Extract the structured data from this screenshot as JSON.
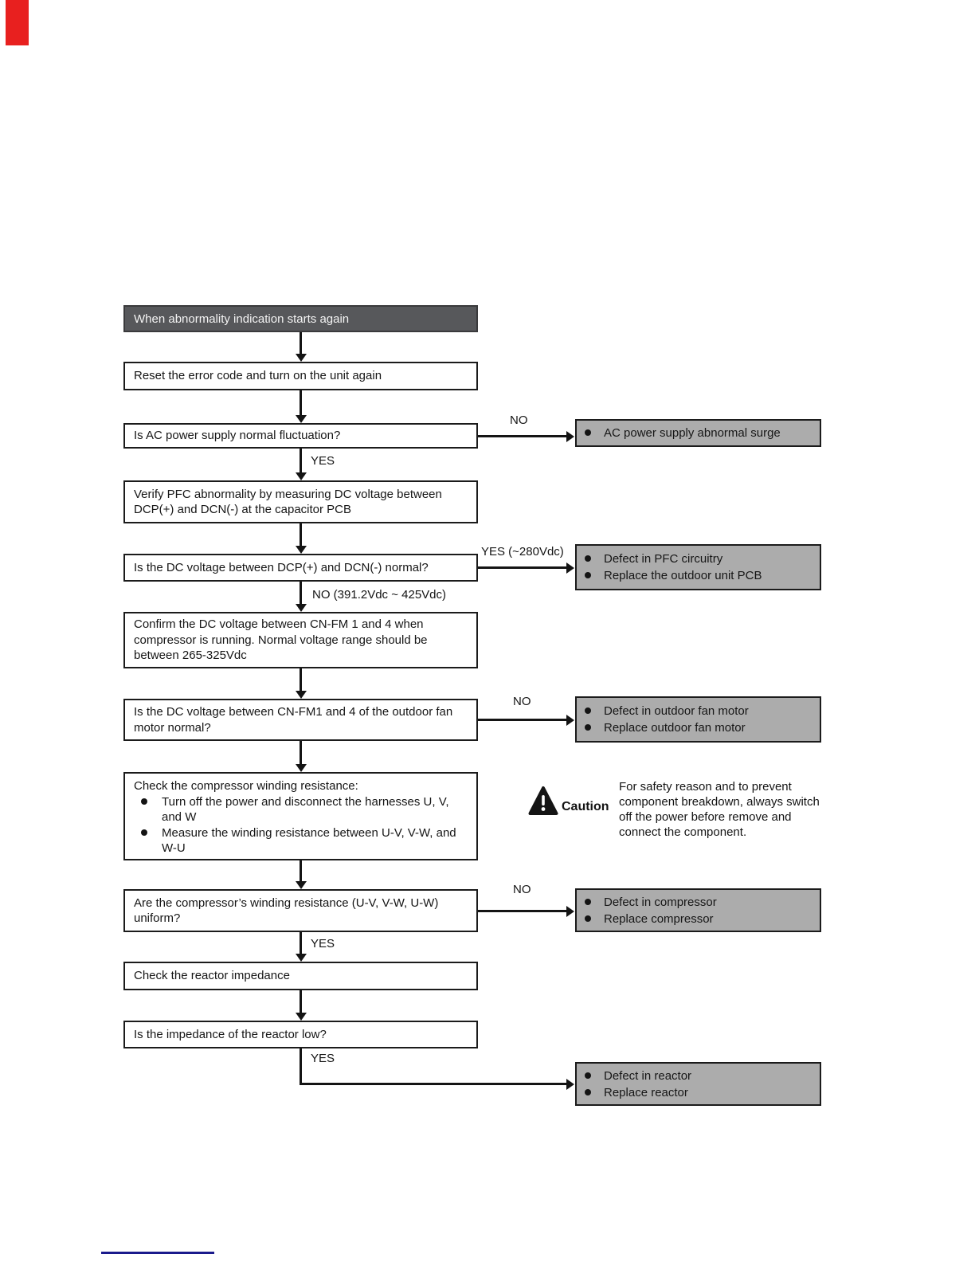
{
  "flow": {
    "header": {
      "text": "When abnormality indication starts again"
    },
    "boxes": {
      "reset": {
        "lines": [
          "Reset the error code and turn on the unit again"
        ]
      },
      "ac_question": {
        "lines": [
          "Is AC power supply normal fluctuation?"
        ]
      },
      "verify_pfc": {
        "lines": [
          "Verify PFC abnormality by measuring DC voltage between",
          "DCP(+) and DCN(-) at the capacitor PCB"
        ]
      },
      "dcp_question": {
        "lines": [
          "Is the DC voltage between DCP(+) and DCN(-) normal?"
        ]
      },
      "confirm_voltage": {
        "lines": [
          "Confirm the DC voltage between CN-FM 1 and 4 when",
          "compressor is running. Normal voltage range should be",
          "between 265-325Vdc"
        ]
      },
      "fan_question": {
        "lines": [
          "Is the DC voltage between CN-FM1 and 4 of the outdoor fan",
          "motor normal?"
        ]
      },
      "compressor_check": {
        "title": "Check the compressor winding resistance:",
        "bullets": [
          {
            "lines": [
              "Turn off the power and disconnect the harnesses U, V,",
              "and W"
            ]
          },
          {
            "lines": [
              "Measure the winding resistance between U-V, V-W, and",
              "W-U"
            ]
          }
        ]
      },
      "winding_question": {
        "lines": [
          "Are the compressor’s winding resistance (U-V, V-W, U-W)",
          "uniform?"
        ]
      },
      "reactor_check": {
        "lines": [
          "Check the reactor impedance"
        ]
      },
      "impedance_question": {
        "lines": [
          "Is the impedance of the reactor low?"
        ]
      }
    },
    "results": {
      "surge": {
        "items": [
          {
            "lines": [
              "AC power supply abnormal surge"
            ]
          }
        ]
      },
      "pfc": {
        "items": [
          {
            "lines": [
              "Defect in PFC circuitry"
            ]
          },
          {
            "lines": [
              "Replace the outdoor unit PCB"
            ]
          }
        ]
      },
      "fan": {
        "items": [
          {
            "lines": [
              "Defect in outdoor fan motor"
            ]
          },
          {
            "lines": [
              "Replace outdoor fan motor"
            ]
          }
        ]
      },
      "compressor": {
        "items": [
          {
            "lines": [
              "Defect in compressor"
            ]
          },
          {
            "lines": [
              "Replace compressor"
            ]
          }
        ]
      },
      "reactor": {
        "items": [
          {
            "lines": [
              "Defect in reactor"
            ]
          },
          {
            "lines": [
              "Replace reactor"
            ]
          }
        ]
      }
    },
    "edge_labels": {
      "ac_no": "NO",
      "ac_yes": "YES",
      "dcp_yes": "YES (~280Vdc)",
      "dcp_no": "NO (391.2Vdc ~ 425Vdc)",
      "fan_no": "NO",
      "winding_no": "NO",
      "winding_yes": "YES",
      "impedance_yes": "YES"
    }
  },
  "caution": {
    "label": "Caution",
    "lines": [
      "For safety reason and to prevent",
      "component breakdown, always switch",
      "off the power before remove and",
      "connect the component."
    ]
  },
  "colors": {
    "header_bg": "#57585b",
    "result_bg": "#acacac",
    "line": "#141414",
    "red_marker": "#e8201f",
    "blue_underline": "#1a1a8c"
  }
}
